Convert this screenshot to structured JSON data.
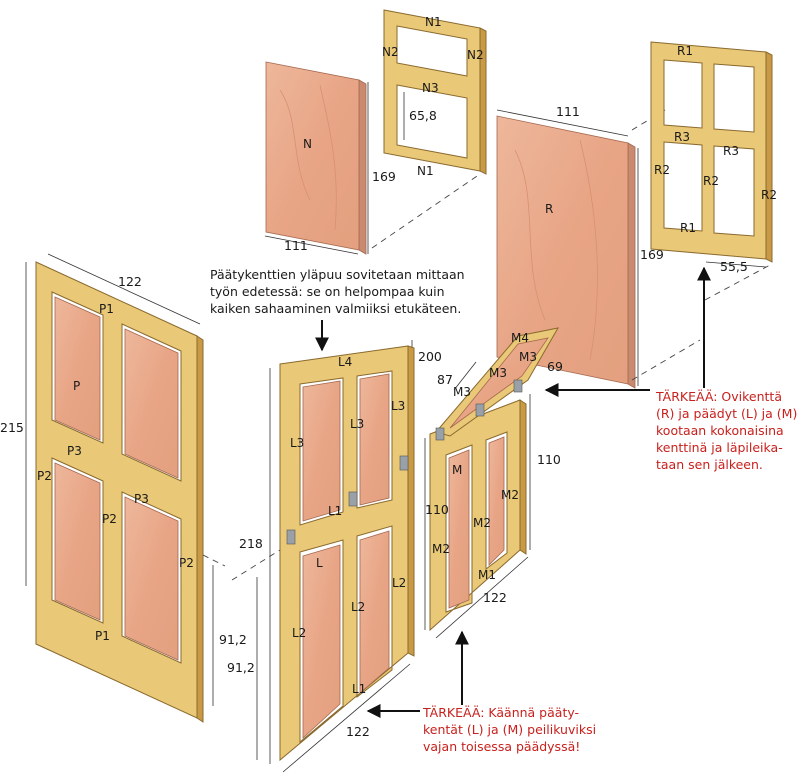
{
  "panels": {
    "n_sheet": {
      "label": "N",
      "dim_width": "111",
      "dim_height": "169"
    },
    "n_frame": {
      "top": "N1",
      "side_left": "N2",
      "side_right": "N2",
      "middle": "N3",
      "bottom": "N1",
      "dim_inner": "65,8"
    },
    "r_sheet": {
      "label": "R",
      "dim_width": "111",
      "dim_height": "169"
    },
    "r_frame": {
      "top": "R1",
      "mid_left": "R3",
      "mid_right": "R3",
      "side_left": "R2",
      "center": "R2",
      "side_right": "R2",
      "bottom": "R1",
      "dim_width": "55,5"
    },
    "p_panel": {
      "label": "P",
      "top": "P1",
      "mid_left": "P3",
      "mid_right": "P3",
      "side_left": "P2",
      "center": "P2",
      "side_right": "P2",
      "bottom": "P1",
      "dim_width": "122",
      "dim_height": "215",
      "dim_lower_a": "91,2",
      "dim_lower_b": "91,2"
    },
    "l_panel": {
      "label": "L",
      "top": "L4",
      "upper_left": "L3",
      "upper_mid": "L3",
      "upper_right": "L3",
      "rail": "L1",
      "lower_left": "L2",
      "lower_mid": "L2",
      "lower_right": "L2",
      "bottom": "L1",
      "dim_width": "122",
      "dim_height": "218",
      "dim_top": "200"
    },
    "m_panel": {
      "label": "M",
      "roof_top": "M4",
      "roof_mid": "M3",
      "roof_left": "M3",
      "roof_right": "M3",
      "side_left": "M2",
      "center": "M2",
      "side_right": "M2",
      "bottom": "M1",
      "dim_roof": "87",
      "dim_roof_side": "69",
      "dim_height_a": "110",
      "dim_height_b": "110",
      "dim_width": "122"
    }
  },
  "notes": {
    "top_fit": [
      "Päätykenttien yläpuu sovitetaan mittaan",
      "työn edetessä: se on helpompaa kuin",
      "kaiken sahaaminen valmiiksi etukäteen."
    ],
    "important_assembly": [
      "TÄRKEÄÄ: Ovikenttä",
      "(R) ja päädyt (L) ja (M)",
      "kootaan kokonaisina",
      "kenttinä ja läpileika-",
      "taan sen jälkeen."
    ],
    "important_mirror": [
      "TÄRKEÄÄ: Käännä pääty-",
      "kentät (L) ja (M) peilikuviksi",
      "vajan toisessa päädyssä!"
    ]
  },
  "colors": {
    "wood": "#e9c877",
    "plywood": "#e9a98a",
    "warning": "#c8211d"
  }
}
